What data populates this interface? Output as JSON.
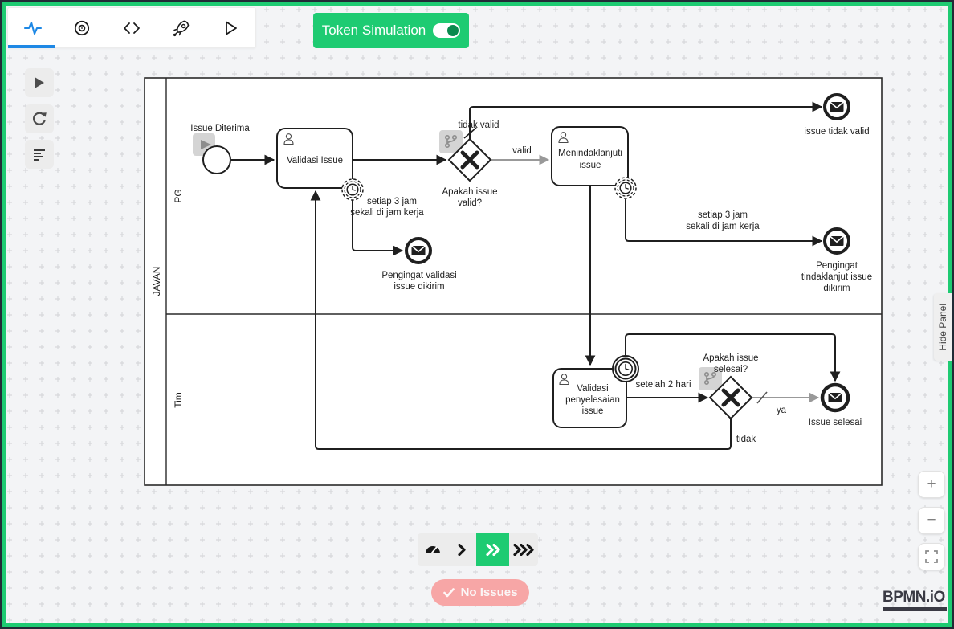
{
  "colors": {
    "accent_green": "#1ecb72",
    "accent_blue": "#1e88e5",
    "status_red": "#f7a6a6",
    "flow_grey": "#999999",
    "stroke_dark": "#1f1f1f"
  },
  "toolbar": {
    "tabs": [
      {
        "icon": "pulse-icon",
        "active": true
      },
      {
        "icon": "eye-icon",
        "active": false
      },
      {
        "icon": "code-icon",
        "active": false
      },
      {
        "icon": "rocket-icon",
        "active": false
      },
      {
        "icon": "play-outline-icon",
        "active": false
      }
    ]
  },
  "token_badge": {
    "label": "Token Simulation",
    "toggle_on": true
  },
  "sim_controls": {
    "play": "play",
    "reset": "reset",
    "log": "log"
  },
  "speed_bar": {
    "options": [
      "gauge",
      "slow",
      "medium",
      "fast"
    ],
    "selected": "medium"
  },
  "status": {
    "label": "No Issues"
  },
  "hide_panel": {
    "label": "Hide Panel"
  },
  "zoom_controls": {
    "zoom_in": "+",
    "zoom_out": "−"
  },
  "logo": {
    "text": "BPMN.iO"
  },
  "diagram": {
    "pool_label": "JAVAN",
    "lanes": [
      "PG",
      "Tim"
    ],
    "start_event_label": "Issue Diterima",
    "task_validasi_issue": "Validasi Issue",
    "task_menindaklanjuti": [
      "Menindaklanjuti",
      "issue"
    ],
    "task_validasi_penyelesaian": [
      "Validasi",
      "penyelesaian",
      "issue"
    ],
    "gateway1": [
      "Apakah issue",
      "valid?"
    ],
    "gateway2": [
      "Apakah issue",
      "selesai?"
    ],
    "timer1": [
      "setiap 3 jam",
      "sekali di jam kerja"
    ],
    "timer2": [
      "setiap 3 jam",
      "sekali di jam kerja"
    ],
    "timer3": "setelah 2 hari",
    "end_pengingat_validasi": [
      "Pengingat validasi",
      "issue dikirim"
    ],
    "end_issue_tidak_valid": "issue tidak valid",
    "end_pengingat_tindaklanjut": [
      "Pengingat",
      "tindaklanjut issue",
      "dikirim"
    ],
    "end_issue_selesai": "Issue selesai",
    "flow_tidak_valid": "tidak valid",
    "flow_valid": "valid",
    "flow_ya": "ya",
    "flow_tidak": "tidak"
  }
}
